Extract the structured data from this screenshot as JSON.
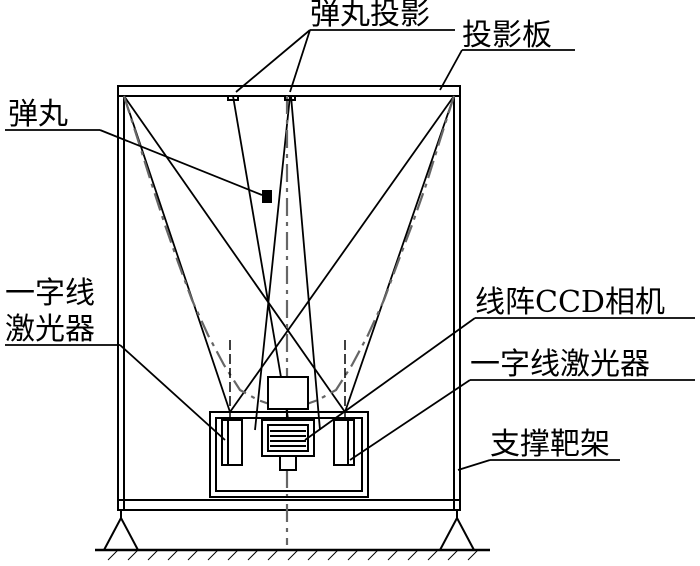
{
  "labels": {
    "bullet_projection": "弹丸投影",
    "projection_board": "投影板",
    "bullet": "弹丸",
    "laser_left_line1": "一字线",
    "laser_left_line2": "激光器",
    "ccd_camera": "线阵CCD相机",
    "laser_right": "一字线激光器",
    "target_frame": "支撑靶架"
  },
  "colors": {
    "line": "#000000",
    "dashed_beam": "#666666",
    "background": "#ffffff"
  }
}
